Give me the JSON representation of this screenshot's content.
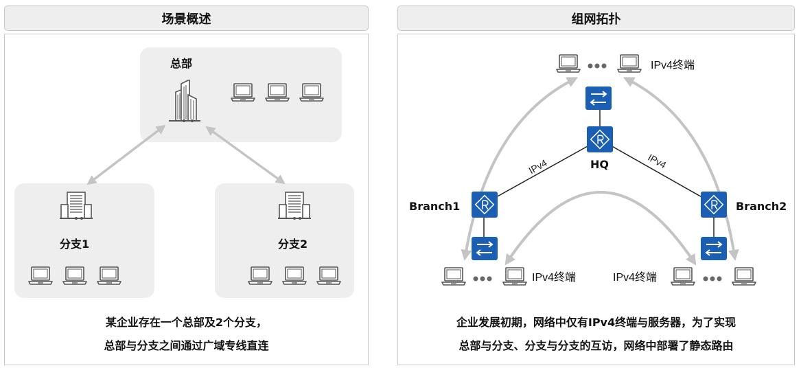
{
  "left_panel": {
    "title": "场景概述",
    "hq_label": "总部",
    "branch1_label": "分支1",
    "branch2_label": "分支2",
    "caption_line1": "某企业存在一个总部及2个分支，",
    "caption_line2": "总部与分支之间通过广域专线直连"
  },
  "right_panel": {
    "title": "组网拓扑",
    "hq_label": "HQ",
    "branch1_label": "Branch1",
    "branch2_label": "Branch2",
    "link_label_left": "IPv4",
    "link_label_right": "IPv4",
    "terminal_label_top": "IPv4终端",
    "terminal_label_left": "IPv4终端",
    "terminal_label_right": "IPv4终端",
    "router_glyph": "R",
    "caption_line1": "企业发展初期，网络中仅有IPv4终端与服务器，为了实现",
    "caption_line2": "总部与分支、分支与分支的互访，网络中部署了静态路由"
  },
  "colors": {
    "device_blue": "#1a5fb4",
    "arrow_gray": "#c4c4c4",
    "box_fill": "#eeeeee",
    "icon_stroke": "#555555"
  }
}
